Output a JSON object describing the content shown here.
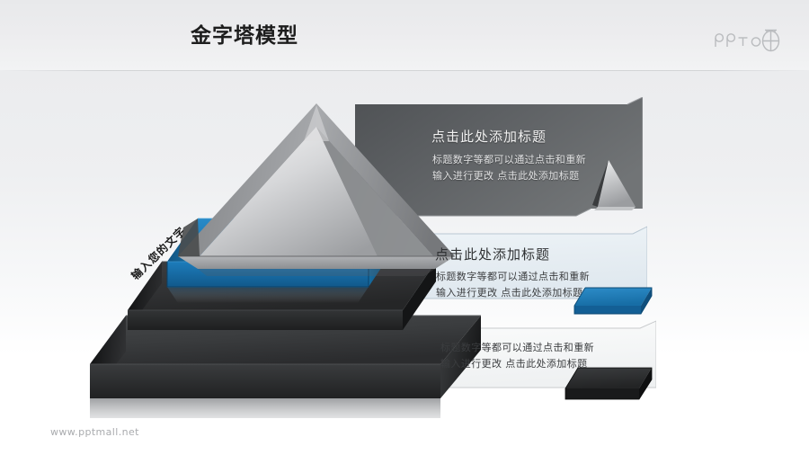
{
  "header": {
    "title": "金字塔模型",
    "logo_text": "PPT",
    "logo_name": "pptmall-logo"
  },
  "footer": {
    "url": "www.pptmall.net"
  },
  "diagram": {
    "name": "pyramid-model",
    "side_label": "输入您的文字",
    "levels": [
      {
        "id": "top",
        "title": "点击此处添加标题",
        "line1": "标题数字等都可以通过点击和重新",
        "line2": "输入进行更改 点击此处添加标题",
        "panel_color": "#5d6063",
        "solid_color": "#b7b9bb",
        "marker": "pyramid-apex"
      },
      {
        "id": "middle",
        "title": "点击此处添加标题",
        "line1": "标题数字等都可以通过点击和重新",
        "line2": "输入进行更改 点击此处添加标题",
        "panel_color": "#e7eef3",
        "solid_color": "#1b76b3",
        "marker": "blue-slab"
      },
      {
        "id": "bottom",
        "title": "",
        "line1": "标题数字等都可以通过点击和重新",
        "line2": "输入进行更改 点击此处添加标题",
        "panel_color": "#f7f8f9",
        "solid_color": "#2a2b2d",
        "marker": "dark-slab"
      }
    ]
  },
  "colors": {
    "accent_blue": "#1b76b3",
    "accent_blue_dark": "#15658f",
    "gray_dark": "#5d6063",
    "black_slab": "#2a2b2d",
    "title_text": "#1d1d1d",
    "footer_text": "#a9abae"
  }
}
